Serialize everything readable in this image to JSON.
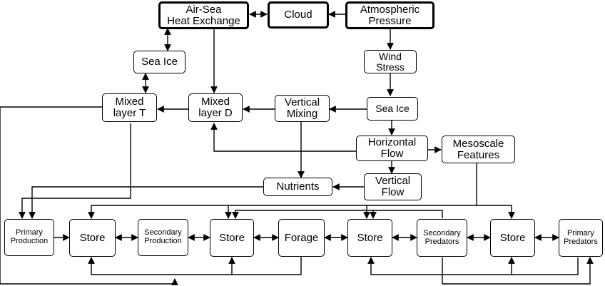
{
  "nodes": {
    "air_sea": "Air-Sea\nHeat Exchange",
    "cloud": "Cloud",
    "atm_pressure": "Atmospheric\nPressure",
    "sea_ice_left": "Sea Ice",
    "wind_stress": "Wind\nStress",
    "mixed_t": "Mixed\nlayer T",
    "mixed_d": "Mixed\nlayer D",
    "vertical_mixing": "Vertical\nMixing",
    "sea_ice_right": "Sea Ice",
    "horizontal_flow": "Horizontal\nFlow",
    "mesoscale": "Mesoscale\nFeatures",
    "vertical_flow": "Vertical\nFlow",
    "nutrients": "Nutrients",
    "primary_production": "Primary\nProduction",
    "store_1": "Store",
    "secondary_production": "Secondary\nProduction",
    "store_2": "Store",
    "forage": "Forage",
    "store_3": "Store",
    "secondary_predators": "Secondary\nPredators",
    "store_4": "Store",
    "primary_predators": "Primary\nPredators"
  }
}
